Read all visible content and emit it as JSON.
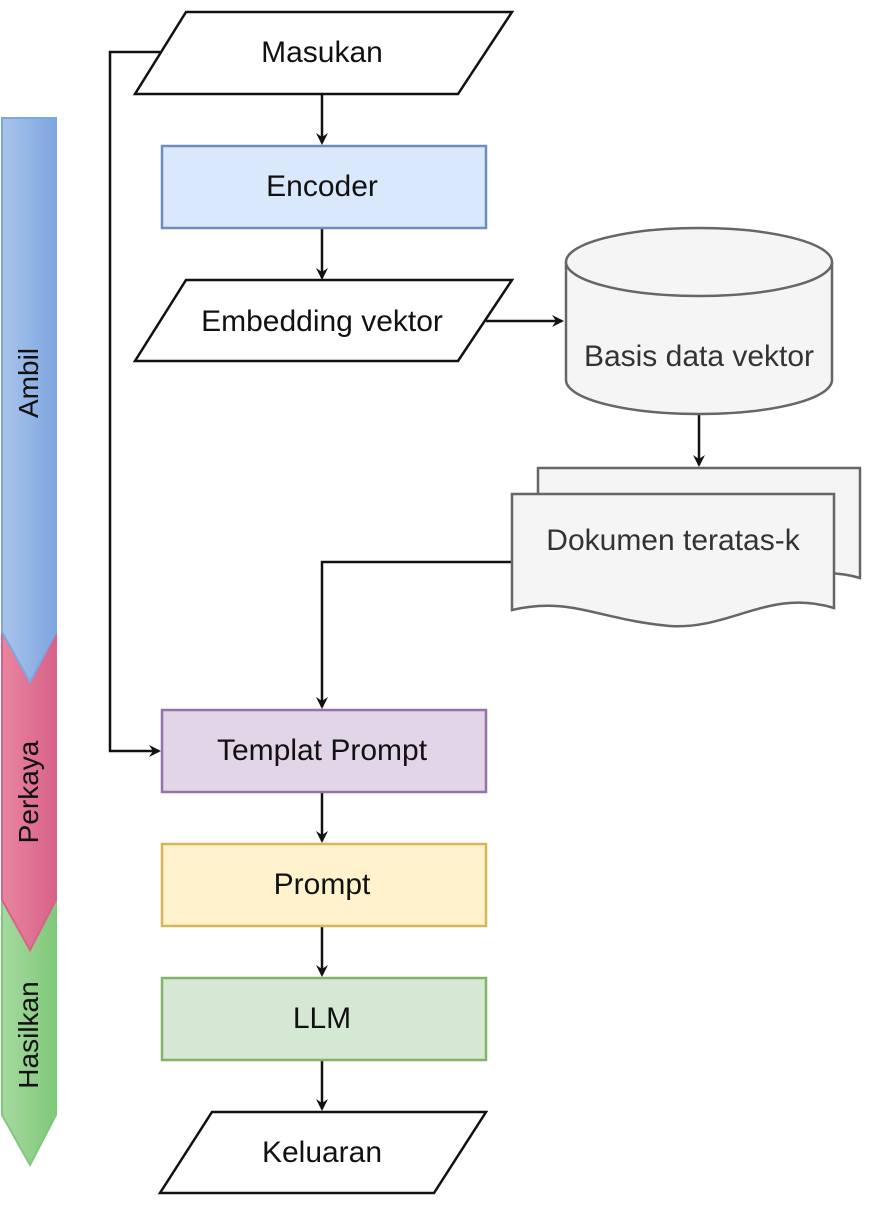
{
  "phases": [
    {
      "id": "retrieve",
      "label": "Ambil",
      "color": "#7ea6e0",
      "fill_top": "#a9c4eb"
    },
    {
      "id": "augment",
      "label": "Perkaya",
      "color": "#d8628a",
      "fill_top": "#e8859f"
    },
    {
      "id": "generate",
      "label": "Hasilkan",
      "color": "#7fc97a",
      "fill_top": "#a6d99f"
    }
  ],
  "nodes": {
    "input": {
      "label": "Masukan",
      "shape": "parallelogram"
    },
    "encoder": {
      "label": "Encoder",
      "shape": "rectangle",
      "fill": "#dae8fc",
      "stroke": "#6c8ebf"
    },
    "embedding": {
      "label": "Embedding vektor",
      "shape": "parallelogram"
    },
    "vector_db": {
      "label": "Basis data vektor",
      "shape": "cylinder",
      "fill": "#f5f5f5",
      "stroke": "#666666"
    },
    "topk_docs": {
      "label": "Dokumen teratas-k",
      "shape": "multi-document",
      "fill": "#f5f5f5",
      "stroke": "#666666"
    },
    "prompt_template": {
      "label": "Templat Prompt",
      "shape": "rectangle",
      "fill": "#e1d5e7",
      "stroke": "#9673a6"
    },
    "prompt": {
      "label": "Prompt",
      "shape": "rectangle",
      "fill": "#fff2cc",
      "stroke": "#d6b656"
    },
    "llm": {
      "label": "LLM",
      "shape": "rectangle",
      "fill": "#d5e8d4",
      "stroke": "#82b366"
    },
    "output": {
      "label": "Keluaran",
      "shape": "parallelogram"
    }
  },
  "edges": [
    {
      "from": "input",
      "to": "encoder"
    },
    {
      "from": "encoder",
      "to": "embedding"
    },
    {
      "from": "embedding",
      "to": "vector_db"
    },
    {
      "from": "vector_db",
      "to": "topk_docs"
    },
    {
      "from": "topk_docs",
      "to": "prompt_template"
    },
    {
      "from": "input",
      "to": "prompt_template"
    },
    {
      "from": "prompt_template",
      "to": "prompt"
    },
    {
      "from": "prompt",
      "to": "llm"
    },
    {
      "from": "llm",
      "to": "output"
    }
  ]
}
